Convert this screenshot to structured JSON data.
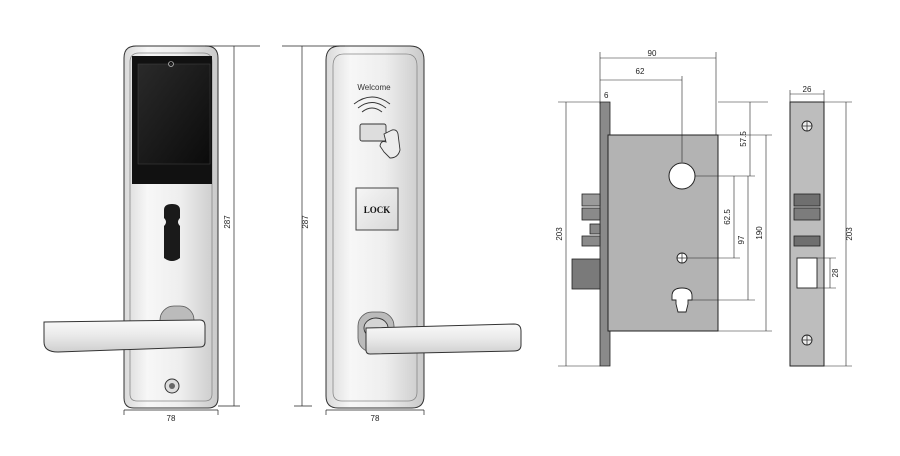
{
  "front_panel": {
    "width_label": "78",
    "height_label": "287"
  },
  "back_panel": {
    "welcome_text": "Welcome",
    "lock_button_text": "LOCK",
    "width_label": "78",
    "height_label": "287"
  },
  "mortise": {
    "width_total_label": "90",
    "backset_label": "62",
    "faceplate_thickness_label": "6",
    "height_label": "203",
    "top_to_handle_label": "57.5",
    "handle_to_cylinder_label": "62.5",
    "handle_to_bottom_spindle_label": "97",
    "case_height_label": "190"
  },
  "faceplate": {
    "width_label": "26",
    "height_label": "203",
    "latch_height_label": "28"
  }
}
